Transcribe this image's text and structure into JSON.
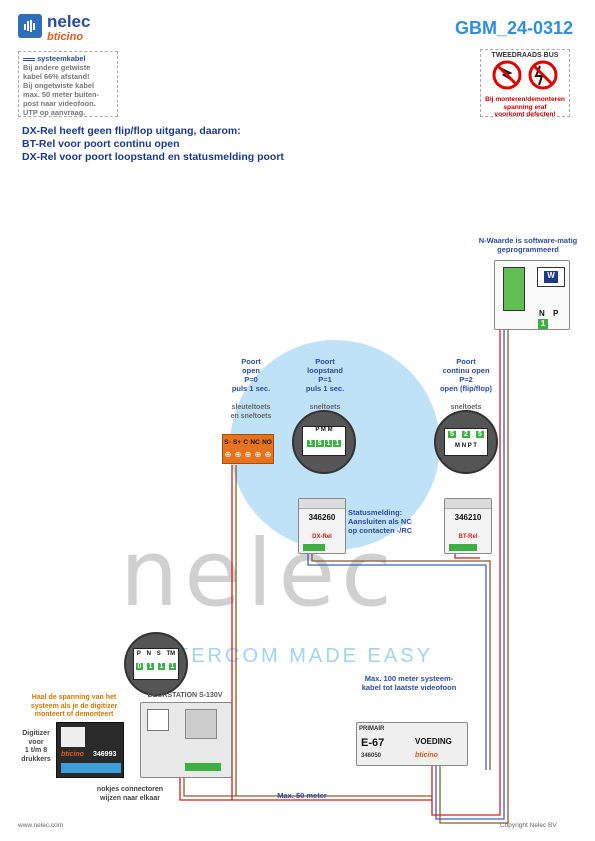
{
  "brand": {
    "name": "nelec",
    "sub": "bticino"
  },
  "doc_code": "GBM_24-0312",
  "cable_note": {
    "legend": "systeemkabel",
    "lines": [
      "Bij andere getwiste",
      "kabel 66% afstand!",
      "Bij ongetwiste kabel",
      "max. 50 meter buiten-",
      "post naar videofoon.",
      "UTP op aanvraag."
    ]
  },
  "warning": {
    "title": "TWEEDRAADS BUS",
    "lines": [
      "Bij monteren/demonteren",
      "spanning eraf",
      "voorkomt defecten!"
    ]
  },
  "headings": [
    "DX-Rel heeft geen flip/flop uitgang, daarom:",
    "BT-Rel voor poort continu open",
    "DX-Rel voor poort loopstand en statusmelding poort"
  ],
  "nwaarde": {
    "lines": [
      "N-Waarde is software-matig",
      "geprogrammeerd"
    ]
  },
  "videofoon": {
    "n_label": "N",
    "p_label": "P",
    "n_value": "1",
    "screen": "W"
  },
  "poort_open": {
    "lines": [
      "Poort",
      "open",
      "P=0",
      "puls 1 sec."
    ],
    "sub": [
      "sleuteltoets",
      "en sneltoets"
    ]
  },
  "poort_loop": {
    "lines": [
      "Poort",
      "loopstand",
      "P=1",
      "puls 1 sec."
    ],
    "sub": [
      "sneltoets"
    ]
  },
  "poort_cont": {
    "lines": [
      "Poort",
      "continu open",
      "P=2",
      "open (flip/flop)"
    ],
    "sub": [
      "sneltoets"
    ]
  },
  "orange_terms": [
    "S-",
    "S+",
    "C",
    "NC",
    "NO"
  ],
  "dxrel": {
    "code": "346260",
    "name": "DX-Rel",
    "dip_top": "P M M",
    "dip_vals": [
      "1",
      "5",
      "1",
      "1"
    ]
  },
  "btrel": {
    "code": "346210",
    "name": "BT-Rel",
    "dip_vals_top": [
      "5",
      "2",
      "5"
    ],
    "dip_bottom": "M N P T"
  },
  "statusmelding": {
    "lines": [
      "Statusmelding:",
      "Aansluiten als NC",
      "op contacten -/RC"
    ]
  },
  "max100": {
    "lines": [
      "Max. 100 meter systeem-",
      "kabel tot laatste videofoon"
    ]
  },
  "voeding": {
    "model": "E-67",
    "label": "VOEDING",
    "code": "346050",
    "primair": "PRIMAIR"
  },
  "deurstation": {
    "title": "DEURSTATION S-130V",
    "dip_labels": [
      "P",
      "N",
      "S",
      "TM"
    ],
    "dip_vals": [
      "0",
      "1",
      "1",
      "1"
    ]
  },
  "digitizer": {
    "code": "346993",
    "lines": [
      "Digitizer",
      "voor",
      "1 t/m 8",
      "drukkers"
    ]
  },
  "spanning_note": {
    "lines": [
      "Haal de spanning van het",
      "systeem als je de digitizer",
      "monteert of demonteert"
    ]
  },
  "nokjes": {
    "lines": [
      "nokjes connectoren",
      "wijzen naar elkaar"
    ]
  },
  "max50": "Max. 50 meter",
  "watermark": {
    "big": "nelec",
    "sub": "INTERCOM MADE EASY"
  },
  "footer": {
    "left": "www.nelec.com",
    "right": "Copyright Nelec BV"
  },
  "colors": {
    "accent": "#2d8fe0",
    "text": "#1a3a8a",
    "orange": "#e8731e",
    "green": "#3cb043",
    "wire_red": "#d02020",
    "wire_blue": "#3a5fc0",
    "wire_brown": "#8a5a2a"
  }
}
